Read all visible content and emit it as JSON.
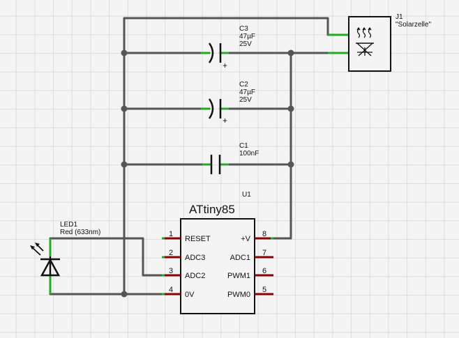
{
  "components": {
    "c3": {
      "ref": "C3",
      "value": "47µF",
      "voltage": "25V",
      "polarity": "+"
    },
    "c2": {
      "ref": "C2",
      "value": "47µF",
      "voltage": "25V",
      "polarity": "+"
    },
    "c1": {
      "ref": "C1",
      "value": "100nF"
    },
    "j1": {
      "ref": "J1",
      "name": "\"Solarzelle\"",
      "icon": "solar-cell-icon"
    },
    "led1": {
      "ref": "LED1",
      "value": "Red (633nm)",
      "icon": "led-icon"
    },
    "u1": {
      "ref": "U1",
      "title": "ATtiny85",
      "pins": [
        {
          "num": "1",
          "name": "RESET"
        },
        {
          "num": "2",
          "name": "ADC3"
        },
        {
          "num": "3",
          "name": "ADC2"
        },
        {
          "num": "4",
          "name": "0V"
        },
        {
          "num": "8",
          "name": "+V"
        },
        {
          "num": "7",
          "name": "ADC1"
        },
        {
          "num": "6",
          "name": "PWM1"
        },
        {
          "num": "5",
          "name": "PWM0"
        }
      ]
    }
  },
  "colors": {
    "wire": "#555555",
    "pin_stub": "#22aa22",
    "pin_lead": "#8b0000",
    "symbol": "#111111",
    "background": "#f4f4f4",
    "grid": "#dcdcdc"
  }
}
